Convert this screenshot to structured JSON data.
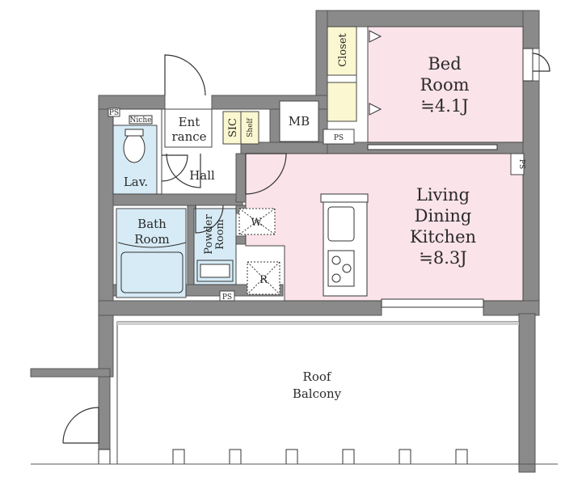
{
  "rooms": {
    "bedroom": {
      "line1": "Bed",
      "line2": "Room",
      "area": "≒4.1J"
    },
    "ldk": {
      "line1": "Living",
      "line2": "Dining",
      "line3": "Kitchen",
      "area": "≒8.3J"
    },
    "balcony": {
      "line1": "Roof",
      "line2": "Balcony"
    },
    "bath": {
      "line1": "Bath",
      "line2": "Room"
    },
    "powder": {
      "line1": "Powder",
      "line2": "Room"
    },
    "lav": "Lav.",
    "hall": "Hall",
    "entrance": {
      "line1": "Ent",
      "line2": "rance"
    }
  },
  "fixtures": {
    "closet": "Closet",
    "sic": "SIC",
    "shelf": "Shelf",
    "mb": "MB",
    "ps": "PS",
    "niche": "Niche",
    "washer": "W.",
    "fridge": "R"
  },
  "colors": {
    "wall": "#8a8a8a",
    "wall_stroke": "#555555",
    "bedroom_fill": "#fbe3ea",
    "ldk_fill": "#fbe3ea",
    "wet_fill": "#d6ebf6",
    "closet_fill": "#fbf7d0",
    "floor_fill": "#ffffff"
  }
}
